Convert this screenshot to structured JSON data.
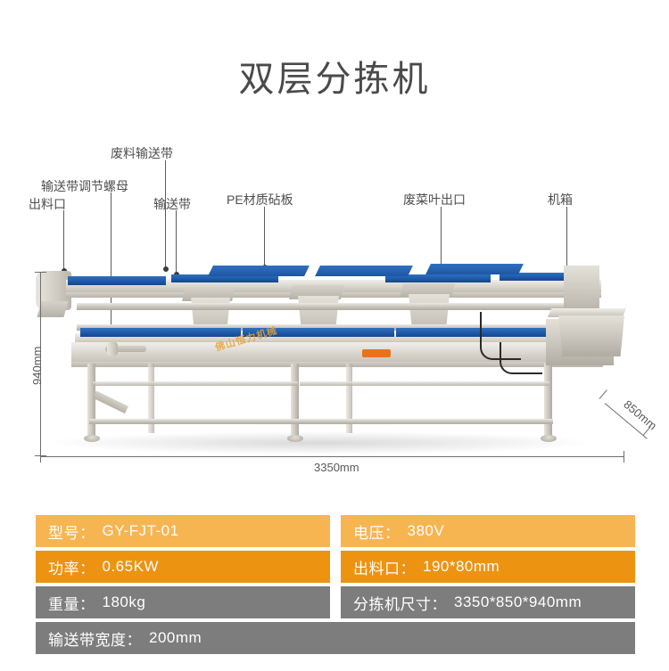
{
  "page": {
    "title": "双层分拣机"
  },
  "diagram": {
    "callouts": [
      {
        "id": "discharge-port",
        "label": "出料口"
      },
      {
        "id": "belt-adjust-nut",
        "label": "输送带调节螺母"
      },
      {
        "id": "waste-conveyor",
        "label": "废料输送带"
      },
      {
        "id": "conveyor-belt",
        "label": "输送带"
      },
      {
        "id": "pe-cutting-board",
        "label": "PE材质砧板"
      },
      {
        "id": "waste-leaf-outlet",
        "label": "废菜叶出口"
      },
      {
        "id": "control-cabinet",
        "label": "机箱"
      }
    ],
    "dimensions": {
      "height": "940mm",
      "length": "3350mm",
      "depth": "850mm"
    },
    "watermark": "佛山恒力机械"
  },
  "spec_table": {
    "rows": [
      {
        "left": {
          "key": "型号：",
          "value": "GY-FJT-01",
          "color": "#f7b551"
        },
        "right": {
          "key": "电压：",
          "value": "380V",
          "color": "#f7b551"
        }
      },
      {
        "left": {
          "key": "功率：",
          "value": "0.65KW",
          "color": "#ed9312"
        },
        "right": {
          "key": "出料口：",
          "value": "190*80mm",
          "color": "#ed9312"
        }
      },
      {
        "left": {
          "key": "重量：",
          "value": "180kg",
          "color": "#7d7d7d"
        },
        "right": {
          "key": "分拣机尺寸：",
          "value": "3350*850*940mm",
          "color": "#7d7d7d"
        }
      }
    ],
    "full_row": {
      "key": "输送带宽度：",
      "value": "200mm",
      "color": "#7d7d7d"
    }
  }
}
